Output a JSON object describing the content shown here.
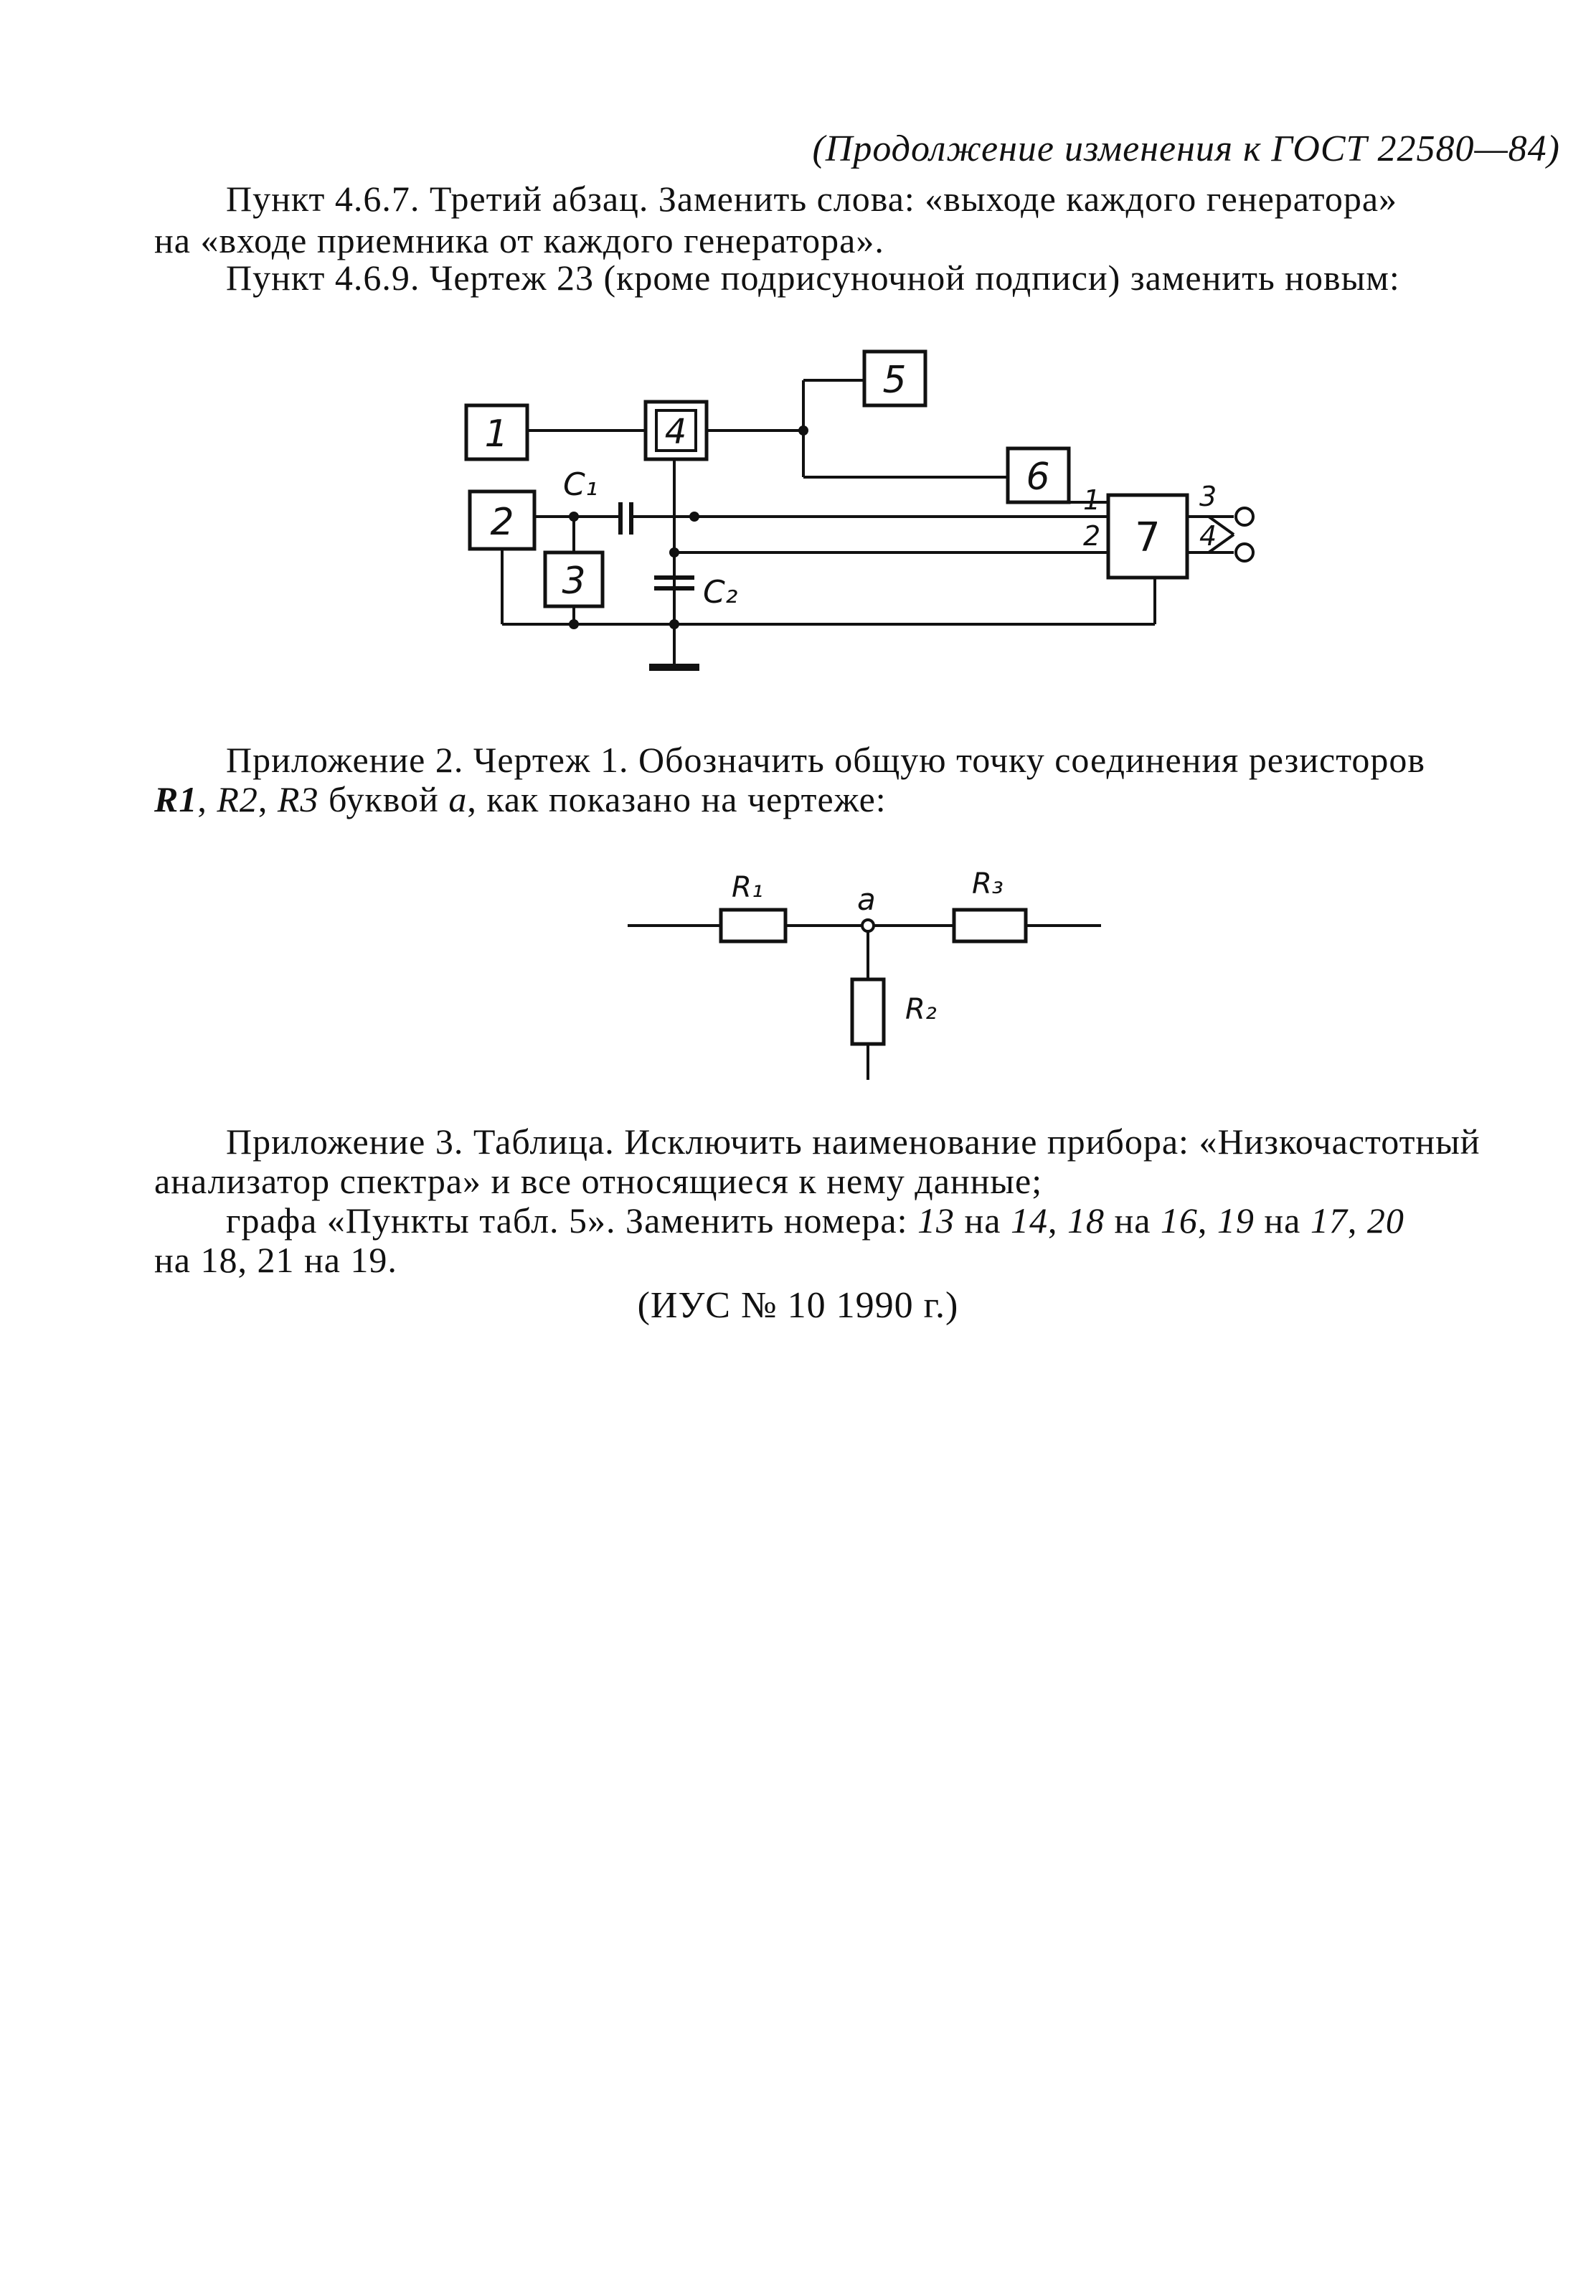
{
  "header": {
    "continuation": "(Продолжение изменения к ГОСТ 22580—84)"
  },
  "paragraphs": {
    "p1_line1": "Пункт 4.6.7. Третий абзац. Заменить слова: «выходе каждого генератора»",
    "p1_line2": "на «входе приемника от каждого генератора».",
    "p2": "Пункт 4.6.9. Чертеж 23 (кроме подрисуночной подписи) заменить новым:",
    "p3_line1": "Приложение 2. Чертеж 1. Обозначить общую точку соединения резисторов",
    "p3_r1": "R1",
    "p3_r2": "R2",
    "p3_r3": "R3",
    "p3_mid": " буквой ",
    "p3_a": "a",
    "p3_end": ", как показано на чертеже:",
    "p4_line1": "Приложение 3. Таблица. Исключить наименование прибора: «Низкочастотный",
    "p4_line2": "анализатор спектра» и все относящиеся к нему данные;",
    "p5_start": "графа «Пункты табл. 5». Заменить номера: ",
    "p5_13": "13",
    "p5_14": "14",
    "p5_18": "18",
    "p5_16": "16",
    "p5_19": "19",
    "p5_17": "17",
    "p5_20": "20",
    "p5_line2": "на 18, 21 на  19.",
    "na": "на"
  },
  "reference": "(ИУС № 10 1990 г.)",
  "diagram1": {
    "blocks": [
      "1",
      "2",
      "3",
      "4",
      "5",
      "6",
      "7"
    ],
    "cap1": "C₁",
    "cap2": "C₂",
    "pins": [
      "1",
      "2",
      "3",
      "4"
    ]
  },
  "diagram2": {
    "r1": "R₁",
    "r2": "R₂",
    "r3": "R₃",
    "node": "a"
  }
}
